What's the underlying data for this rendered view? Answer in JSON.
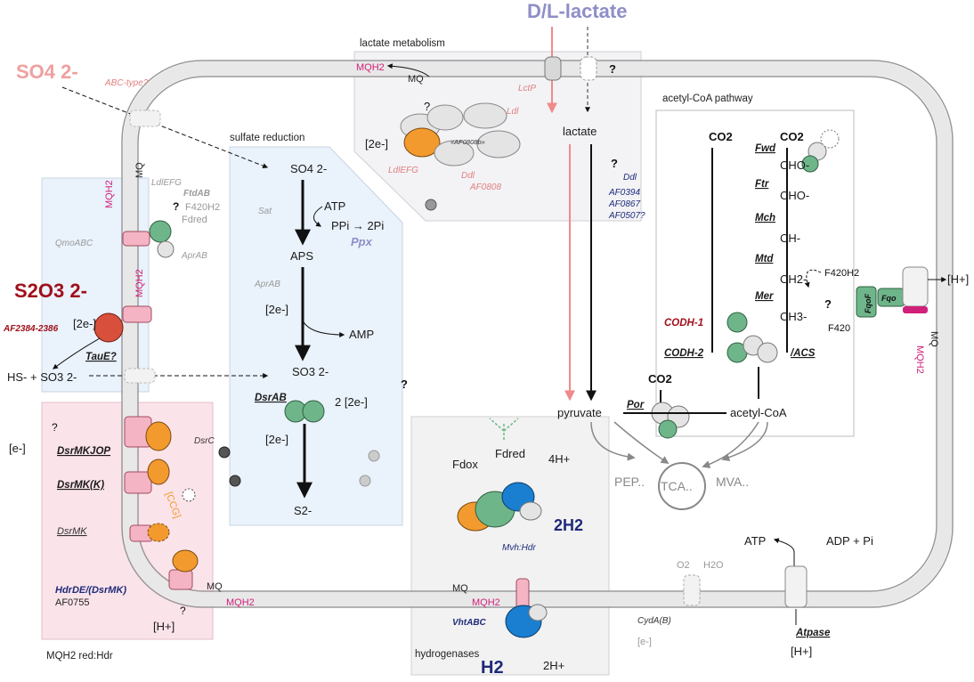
{
  "inputs": {
    "lactate": "D/L-lactate",
    "sulfate": "SO4 2-",
    "thiosulfate": "S2O3 2-",
    "hydrogen": "H2",
    "electrons": "[e-]"
  },
  "sections": {
    "lactate_metabolism": "lactate metabolism",
    "sulfate_reduction": "sulfate reduction",
    "acetyl_coa_pathway": "acetyl-CoA pathway",
    "mqh2_red_hdr": "MQH2 red:Hdr",
    "hydrogenases": "hydrogenases"
  },
  "lactate": {
    "lactate": "lactate",
    "pyruvate": "pyruvate",
    "question": "?",
    "two_e": "[2e-]",
    "mq": "MQ",
    "mqh2": "MQH2",
    "enzymes_pink": [
      "LctP",
      "Ldl",
      "LdlEFG",
      "Ddl",
      "AF0808"
    ],
    "af0808b": "«AF0808b»",
    "enzymes_blue": [
      "Ddl",
      "AF0394",
      "AF0867",
      "AF0507?"
    ]
  },
  "sulfate_reduction": {
    "so4": "SO4 2-",
    "atp": "ATP",
    "ppi": "PPi → 2Pi",
    "ppx": "Ppx",
    "sat": "Sat",
    "aps": "APS",
    "aprab": "AprAB",
    "two_e": "[2e-]",
    "amp": "AMP",
    "so3": "SO3 2-",
    "dsrab": "DsrAB",
    "two_2e": "2 [2e-]",
    "question": "?",
    "dsrc": "DsrC",
    "s2": "S2-",
    "aprab_membrane": "AprAB",
    "ldlefg_membrane": "LdlEFG",
    "fdab": "FtdAB",
    "f420h2": "F420H2",
    "fdred": "Fdred",
    "qmoabc": "QmoABC",
    "abc_type": "ABC-type?"
  },
  "thiosulfate": {
    "af_genes": "AF2384-2386",
    "taue": "TauE?",
    "products": "HS- + SO3 2-",
    "two_e": "[2e-]",
    "question": "?"
  },
  "acetyl_coa": {
    "co2_left": "CO2",
    "co2_right": "CO2",
    "co2_bottom": "CO2",
    "fwd": "Fwd",
    "cho1": "CHO-",
    "ftr": "Ftr",
    "cho2": "CHO-",
    "mch": "Mch",
    "ch": "CH-",
    "mtd": "Mtd",
    "ch2": "CH2-",
    "mer": "Mer",
    "ch3": "CH3-",
    "codh1": "CODH-1",
    "codh2": "CODH-2",
    "acs": "/ACS",
    "f420h2": "F420H2",
    "f420": "F420",
    "question": "?",
    "fqof": "FqoF",
    "fqo": "Fqo",
    "por": "Por",
    "acetyl_coa": "acetyl-CoA"
  },
  "downstream": {
    "pep": "PEP..",
    "tca": "TCA..",
    "mva": "MVA.."
  },
  "hydrogenase": {
    "fdox": "Fdox",
    "fdred": "Fdred",
    "four_h": "4H+",
    "two_h2": "2H2",
    "mvh_hdr": "Mvh:Hdr",
    "mq": "MQ",
    "mqh2": "MQH2",
    "vhtabc": "VhtABC",
    "h2": "H2",
    "two_h": "2H+"
  },
  "membrane": {
    "dsrmkjop": "DsrMKJOP",
    "dsrmkk": "DsrMK(K)",
    "ccg": "[CCG]",
    "dsrmk": "DsrMK",
    "hdrde": "HdrDE/(DsrMK)",
    "af0755": "AF0755",
    "mq": "MQ",
    "mqh2": "MQH2",
    "hplus": "[H+]",
    "question": "?"
  },
  "respiration": {
    "o2": "O2",
    "h2o": "H2O",
    "cyda": "CydA(B)",
    "e": "[e-]",
    "atp": "ATP",
    "adp": "ADP + Pi",
    "atpase": "Atpase",
    "hplus_bottom": "[H+]",
    "hplus_right": "[H+]",
    "mq": "MQ",
    "mqh2": "MQH2"
  },
  "colors": {
    "membrane": "#e8e8e8",
    "pink": "#f08a8a",
    "blue_box": "#eaf2fb",
    "pink_box": "#fbe3ea",
    "green": "#6fb58a",
    "orange": "#f39a2e",
    "blue": "#1a7fd0",
    "magenta": "#d0207a",
    "lavender": "#8e8ec8",
    "dark_red": "#a0101a",
    "navy": "#1e2a7a"
  }
}
